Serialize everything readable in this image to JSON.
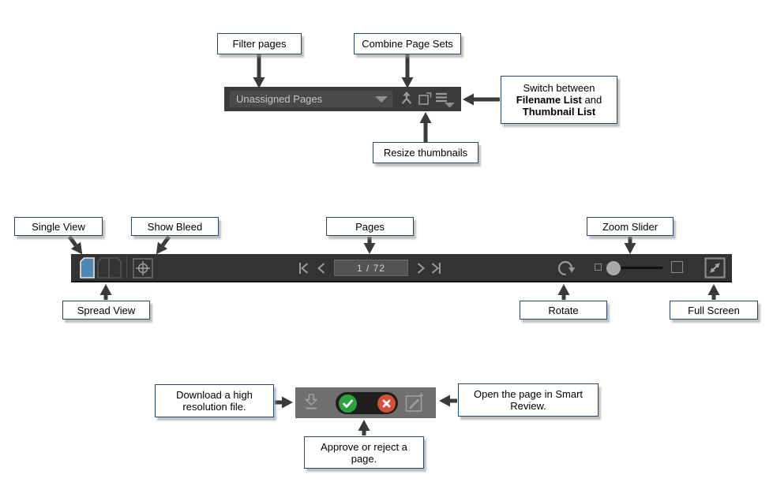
{
  "callouts": {
    "filter_pages": "Filter pages",
    "combine_page_sets": "Combine Page Sets",
    "switch_view": {
      "line1": "Switch between",
      "filename_bold": "Filename List",
      "and_text": " and",
      "thumbnail_bold": "Thumbnail List"
    },
    "resize_thumbnails": "Resize thumbnails",
    "single_view": "Single View",
    "show_bleed": "Show Bleed",
    "spread_view": "Spread View",
    "pages": "Pages",
    "zoom_slider": "Zoom Slider",
    "rotate": "Rotate",
    "full_screen": "Full Screen",
    "download_high_res": "Download a high resolution file.",
    "open_smart_review": "Open the page in Smart Review.",
    "approve_reject": "Approve or reject a page."
  },
  "top_toolbar": {
    "filter_dropdown_value": "Unassigned Pages",
    "icons": {
      "dropdown_caret": "chevron-down-icon",
      "combine": "combine-page-sets-icon",
      "resize": "resize-thumbnails-icon",
      "list_toggle": "filename-thumbnail-list-toggle-icon"
    }
  },
  "middle_toolbar": {
    "page_counter": "1 / 72",
    "icons": {
      "single_view": "single-view-icon",
      "spread_view": "spread-view-icon",
      "show_bleed": "show-bleed-registration-icon",
      "first_page": "first-page-icon",
      "previous_page": "previous-page-icon",
      "next_page": "next-page-icon",
      "last_page": "last-page-icon",
      "rotate": "rotate-icon",
      "zoom_out": "zoom-out-square-icon",
      "zoom_in": "zoom-in-square-icon",
      "full_screen": "full-screen-icon"
    }
  },
  "bottom_toolbar": {
    "icons": {
      "download": "download-icon",
      "approve": "approve-check-icon",
      "reject": "reject-x-icon",
      "edit": "open-smart-review-pencil-icon"
    }
  },
  "colors": {
    "toolbar_dark": "#3b3b3b",
    "toolbar_mid": "#333333",
    "toolbar_light": "#6f6f6f",
    "single_view_blue": "#4d89b2",
    "approve_green": "#2ca23c",
    "reject_red": "#d4503a",
    "callout_border": "#24486e",
    "arrow_gray": "#3a3a3a",
    "icon_gray": "#9a9a9a"
  }
}
